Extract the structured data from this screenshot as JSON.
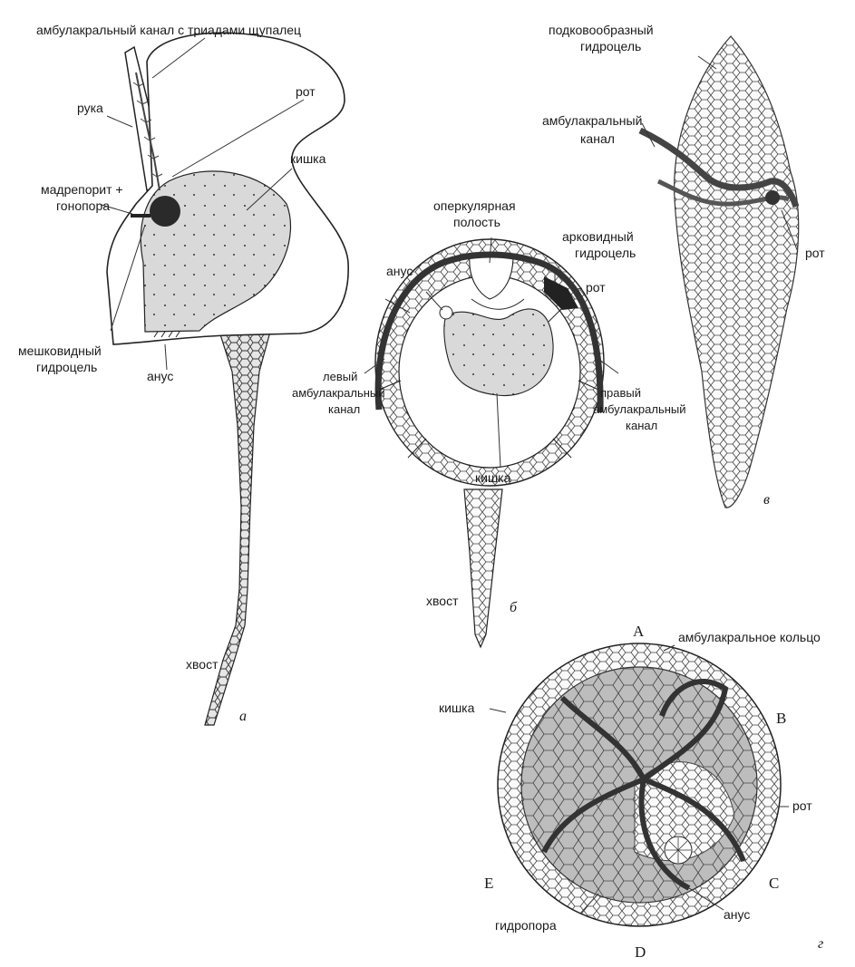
{
  "figure_a": {
    "letter": "а",
    "labels": {
      "ambulacral_canal": "амбулакральный канал с триадами щупалец",
      "arm": "рука",
      "madreporite_1": "мадрепорит +",
      "madreporite_2": "гонопора",
      "saccular_1": "мешковидный",
      "saccular_2": "гидроцель",
      "mouth": "рот",
      "gut": "кишка",
      "anus": "анус",
      "tail": "хвост"
    }
  },
  "figure_b": {
    "letter": "б",
    "labels": {
      "opercular_1": "оперкулярная",
      "opercular_2": "полость",
      "arcuate_1": "арковидный",
      "arcuate_2": "гидроцель",
      "mouth": "рот",
      "anus": "анус",
      "left_canal_1": "левый",
      "left_canal_2": "амбулакральный",
      "left_canal_3": "канал",
      "right_canal_1": "правый",
      "right_canal_2": "амбулакральный",
      "right_canal_3": "канал",
      "gut": "кишка",
      "tail": "хвост"
    }
  },
  "figure_c": {
    "letter": "в",
    "labels": {
      "horseshoe_1": "подковообразный",
      "horseshoe_2": "гидроцель",
      "ambulacral_1": "амбулакральный",
      "ambulacral_2": "канал",
      "mouth": "рот"
    }
  },
  "figure_d": {
    "letter": "г",
    "labels": {
      "ambulacral_ring": "амбулакральное кольцо",
      "gut": "кишка",
      "mouth": "рот",
      "hydropore": "гидропора",
      "anus": "анус"
    },
    "rays": {
      "A": "A",
      "B": "B",
      "C": "C",
      "D": "D",
      "E": "E"
    }
  }
}
